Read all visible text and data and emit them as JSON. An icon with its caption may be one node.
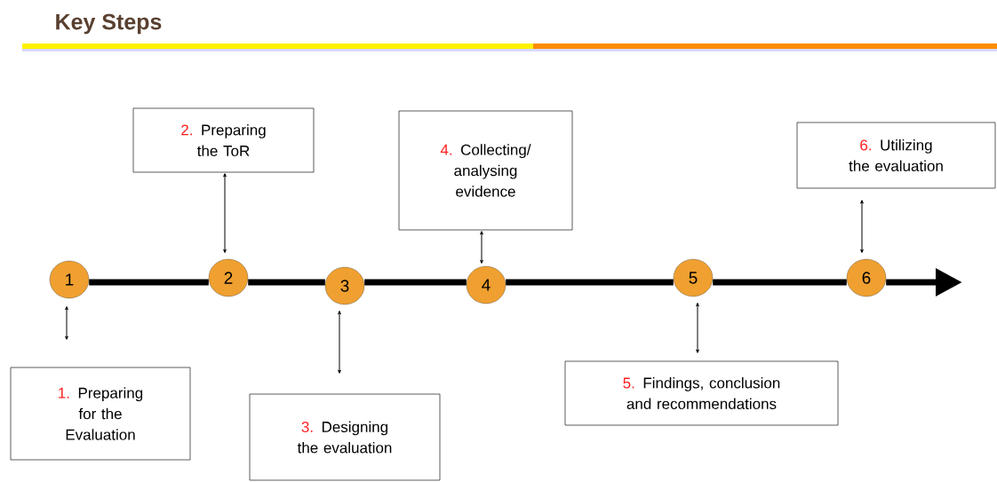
{
  "diagram": {
    "title": "Key Steps",
    "nodes": [
      {
        "text": [
          "1"
        ]
      },
      {
        "text": [
          "2"
        ]
      },
      {
        "text": [
          "3"
        ]
      },
      {
        "text": [
          "4"
        ]
      },
      {
        "text": [
          "5"
        ]
      },
      {
        "text": [
          "6"
        ]
      },
      {
        "text": [
          "1.",
          "Preparing for the Evaluation"
        ]
      },
      {
        "text": [
          "2.",
          "Preparing the ToR"
        ]
      },
      {
        "text": [
          "3.",
          "Designing the evaluation"
        ]
      },
      {
        "text": [
          "4.",
          "Collecting/ analysing evidence"
        ]
      },
      {
        "text": [
          "5.",
          "Findings, conclusion and recommendations"
        ]
      },
      {
        "text": [
          "6.",
          "Utilizing the evaluation"
        ]
      }
    ],
    "edges": [
      {
        "from": 0,
        "to": 1,
        "arrow": "none",
        "style": "thick"
      },
      {
        "from": 1,
        "to": 2,
        "arrow": "none",
        "style": "thick"
      },
      {
        "from": 2,
        "to": 3,
        "arrow": "none",
        "style": "thick"
      },
      {
        "from": 3,
        "to": 4,
        "arrow": "none",
        "style": "thick"
      },
      {
        "from": 4,
        "to": 5,
        "arrow": "none",
        "style": "thick"
      },
      {
        "from": 5,
        "to": null,
        "arrow": "to",
        "style": "thick"
      },
      {
        "from": 6,
        "to": 0,
        "arrow": "both"
      },
      {
        "from": 7,
        "to": 1,
        "arrow": "both"
      },
      {
        "from": 8,
        "to": 2,
        "arrow": "both"
      },
      {
        "from": 9,
        "to": 3,
        "arrow": "both"
      },
      {
        "from": 10,
        "to": 4,
        "arrow": "both"
      },
      {
        "from": 11,
        "to": 5,
        "arrow": "both"
      }
    ]
  }
}
